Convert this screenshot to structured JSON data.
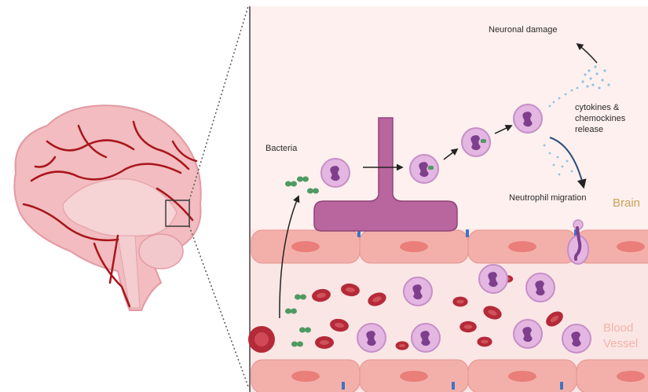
{
  "labels": {
    "neuronal_damage": "Neuronal damage",
    "cytokines_release": "cytokines & chemockines release",
    "bacteria": "Bacteria",
    "neutrophil_migration": "Neutrophil migration",
    "brain": "Brain",
    "blood_vessel": "Blood Vessel"
  },
  "colors": {
    "brain_tissue": "#fdf0ee",
    "endothelium": "#f3b0aa",
    "vessel_lumen": "#fbe6e6",
    "red_blood_cell": "#b52a38",
    "neutrophil_body": "#e4b6e2",
    "neutrophil_nucleus": "#7e3f8c",
    "bacteria": "#4f9a63",
    "synapse": "#b9659e",
    "brain_vessels": "#a8161c",
    "brain_surface": "#f2bcc0",
    "tight_junction": "#3f73c3",
    "label_brain": "#c8a15a",
    "label_vessel": "#f2b3a8"
  },
  "icons": [
    "brain-illustration",
    "neutrophil-cell",
    "red-blood-cell",
    "bacteria-pair",
    "synaptic-terminal",
    "cytokine-particles"
  ]
}
